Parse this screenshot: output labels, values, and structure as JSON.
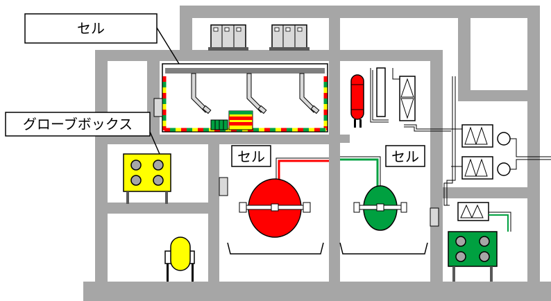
{
  "labels": {
    "cell_main": "セル",
    "glovebox": "グローブボックス",
    "cell_red": "セル",
    "cell_green": "セル"
  },
  "colors": {
    "wall": "#a6a6a6",
    "red": "#ff0000",
    "green": "#00a040",
    "yellow": "#ffff00",
    "gray_fill": "#bfbfbf"
  }
}
